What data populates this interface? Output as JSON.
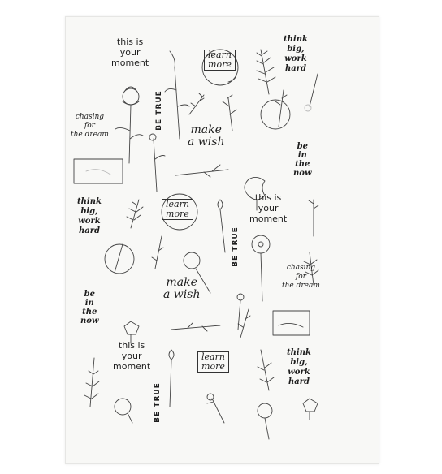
{
  "sheet": {
    "phrases": {
      "this_is_your_moment": "this is\nyour\nmoment",
      "learn_more": "learn\nmore",
      "think_big": "think\nbig,\nwork\nhard",
      "be_true": "BE TRUE",
      "chasing": "chasing\nfor\nthe dream",
      "make_a_wish": "make\na wish",
      "be_in_the_now": "be\nin\nthe\nnow"
    }
  }
}
